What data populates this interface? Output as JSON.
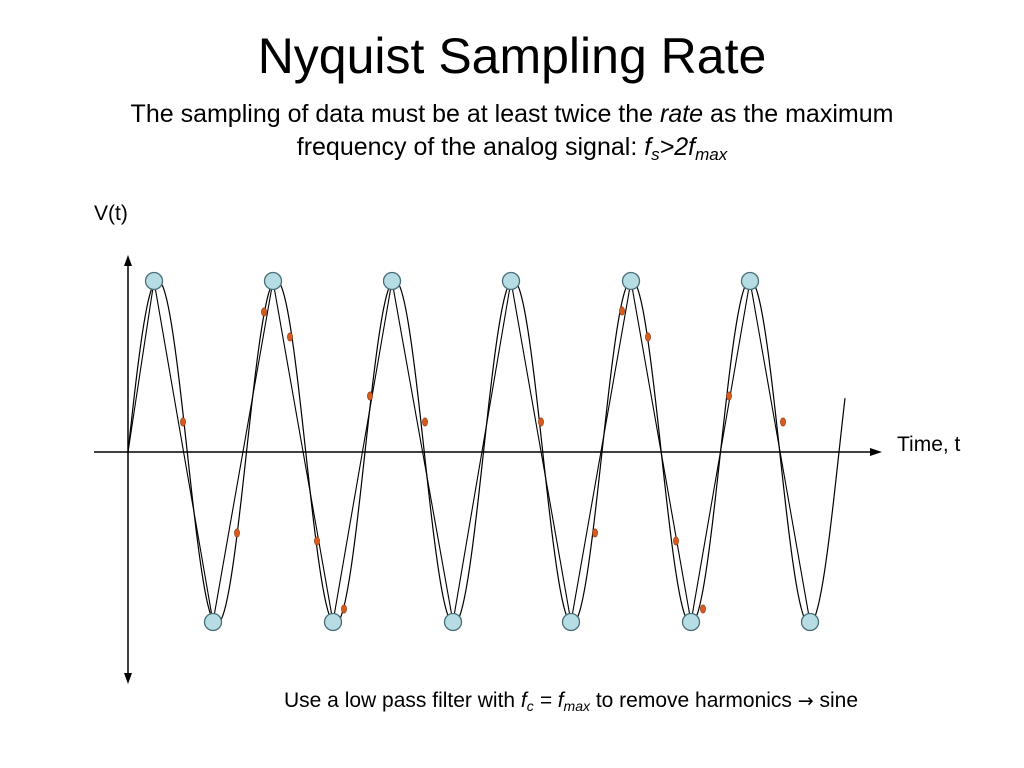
{
  "title": "Nyquist Sampling Rate",
  "subtitle": {
    "line1_before": "The sampling of data must be at least twice the ",
    "line1_emph": "rate",
    "line1_after": " as the maximum",
    "line2_before": "frequency of the analog signal: ",
    "formula_fs": "f",
    "formula_fs_sub": "s",
    "formula_op": ">2f",
    "formula_fmax_sub": "max"
  },
  "axes": {
    "y_label": "V(t)",
    "x_label": "Time, t"
  },
  "footnote": {
    "before": "Use a low pass filter with ",
    "fc": "f",
    "fc_sub": "c",
    "equals": " = f",
    "fmax_sub": "max",
    "after": " to remove harmonics ",
    "arrow": "→",
    "end": " sine"
  },
  "colors": {
    "sample_fill": "#b7dde4",
    "sample_stroke": "#4a6e78",
    "aliased_point": "#d75a1e",
    "line": "#000000"
  }
}
